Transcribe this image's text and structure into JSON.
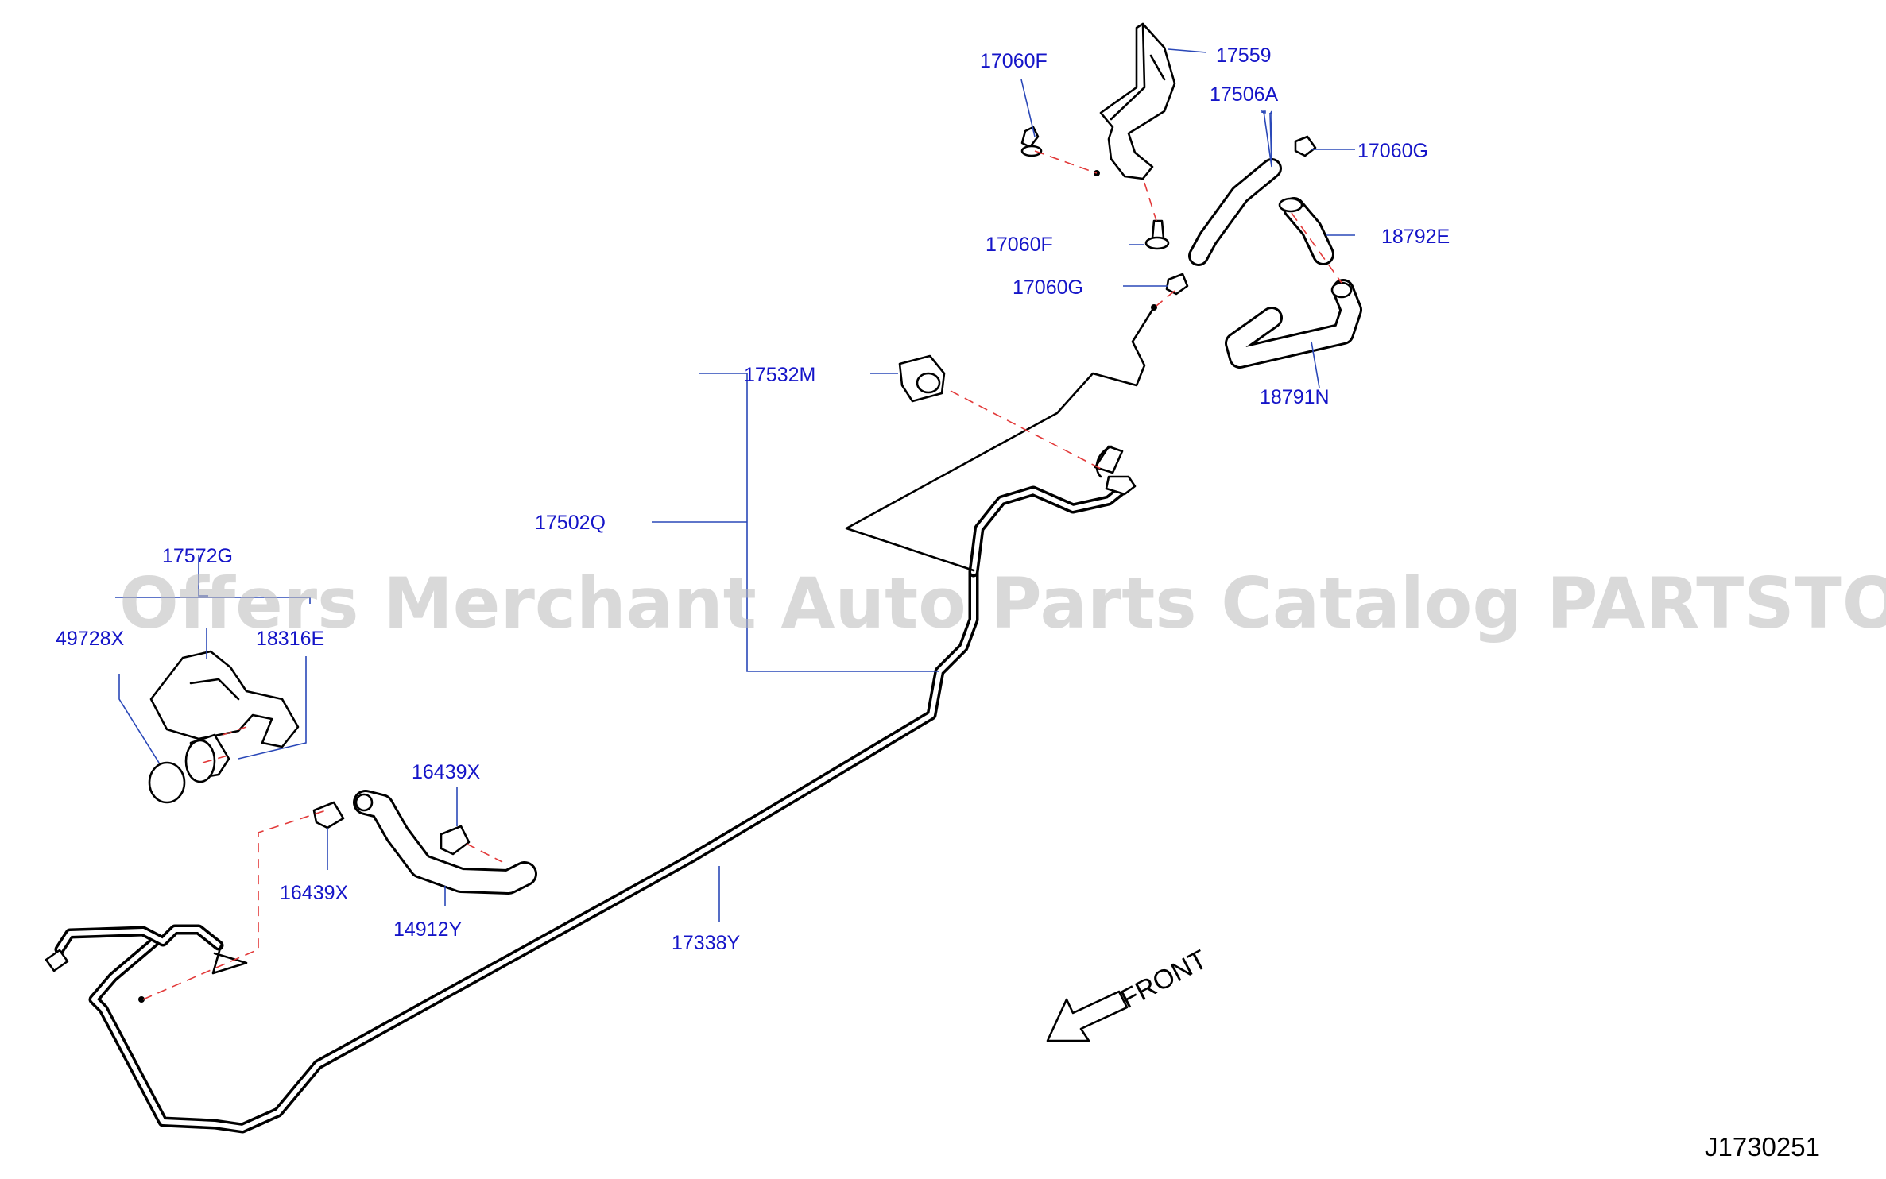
{
  "watermark": "Offers Merchant Auto Parts Catalog PARTSTORE.SA",
  "figure_id": "J1730251",
  "direction_label": "FRONT",
  "callouts": {
    "p17060F_top": "17060F",
    "p17559": "17559",
    "p17506A": "17506A",
    "p17060G_right": "17060G",
    "p18792E": "18792E",
    "p17060F_mid": "17060F",
    "p17060G_mid": "17060G",
    "p18791N": "18791N",
    "p17532M": "17532M",
    "p17502Q": "17502Q",
    "p17572G": "17572G",
    "p49728X": "49728X",
    "p18316E": "18316E",
    "p16439X_upper": "16439X",
    "p16439X_lower": "16439X",
    "p14912Y": "14912Y",
    "p17338Y": "17338Y"
  },
  "colors": {
    "callout_text": "#1515c8",
    "leader_line": "#2a48b8",
    "alignment_dash": "#e23a3a",
    "watermark": "#b9b9b9"
  }
}
